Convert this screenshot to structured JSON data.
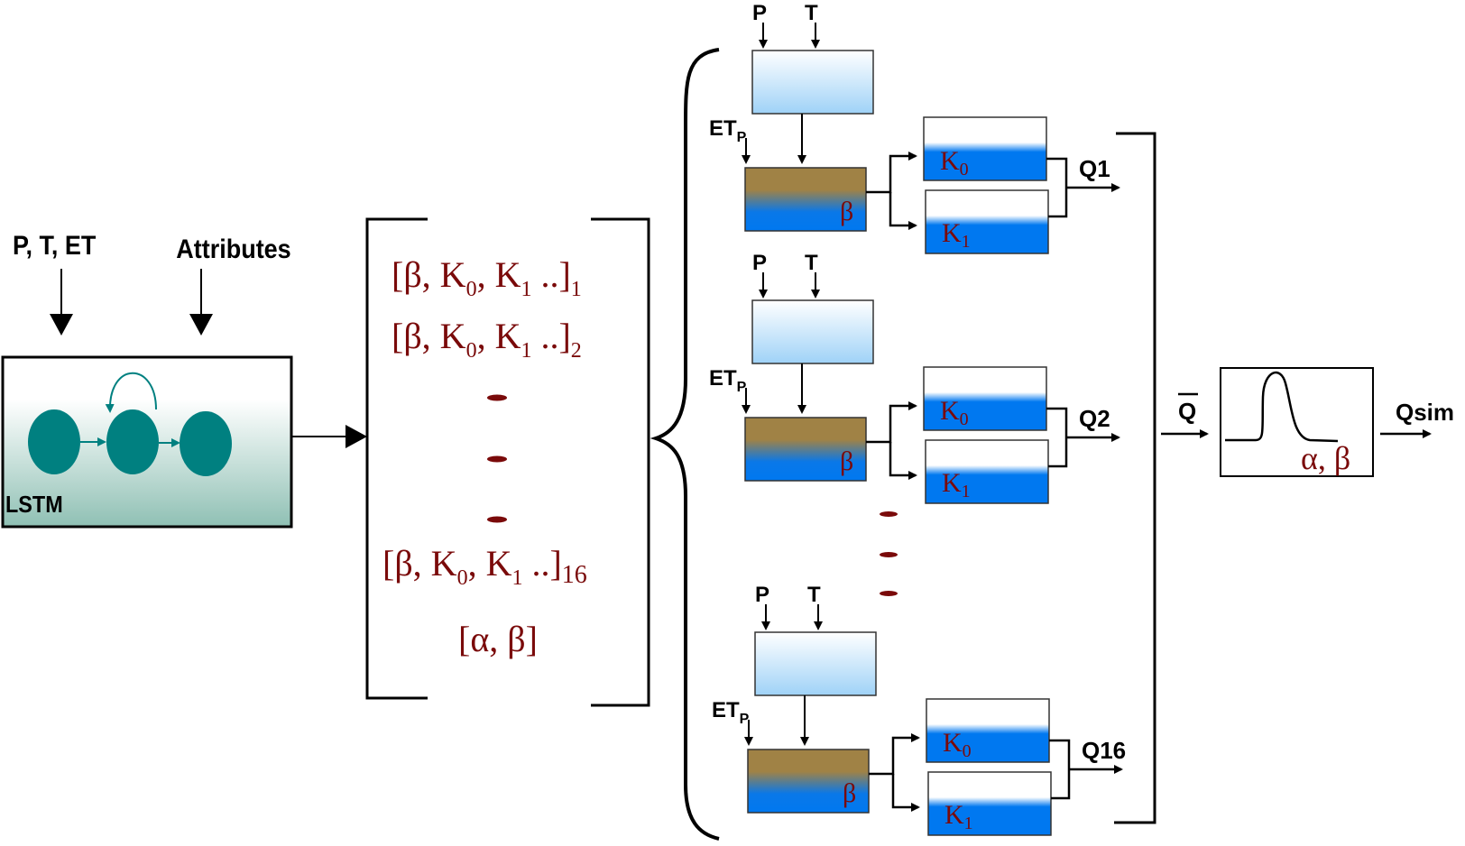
{
  "lstm": {
    "inputs_label": "P, T, ET",
    "attributes_label": "Attributes",
    "box_label": "LSTM",
    "colors": {
      "node": "#008080",
      "box_top": "#ffffff",
      "box_bottom": "#8fc0b4"
    }
  },
  "parameters": {
    "rows": [
      {
        "text": "[β, K",
        "k0": "0",
        "mid": ", K",
        "k1": "1",
        "tail": " ..]",
        "sub": "1"
      },
      {
        "text": "[β, K",
        "k0": "0",
        "mid": ", K",
        "k1": "1",
        "tail": " ..]",
        "sub": "2"
      },
      {
        "text": "[β, K",
        "k0": "0",
        "mid": ", K",
        "k1": "1",
        "tail": " ..]",
        "sub": "16"
      }
    ],
    "routing": "[α, β]",
    "ellipsis_count": 3,
    "color": "#7a0a0a"
  },
  "hbv_models": [
    {
      "p": "P",
      "t": "T",
      "et": "ET",
      "et_sub": "P",
      "beta": "β",
      "k0": "K",
      "k0_sub": "0",
      "k1": "K",
      "k1_sub": "1",
      "output": "Q1"
    },
    {
      "p": "P",
      "t": "T",
      "et": "ET",
      "et_sub": "P",
      "beta": "β",
      "k0": "K",
      "k0_sub": "0",
      "k1": "K",
      "k1_sub": "1",
      "output": "Q2"
    },
    {
      "p": "P",
      "t": "T",
      "et": "ET",
      "et_sub": "P",
      "beta": "β",
      "k0": "K",
      "k0_sub": "0",
      "k1": "K",
      "k1_sub": "1",
      "output": "Q16"
    }
  ],
  "routing": {
    "input_label": "Q",
    "params": "α, β",
    "output_label": "Qsim"
  },
  "colors": {
    "soil_top": "#a08245",
    "water": "#0078f0",
    "snow_top": "#ffffff",
    "snow_bottom": "#9fd2f7",
    "param_red": "#7a0a0a"
  }
}
